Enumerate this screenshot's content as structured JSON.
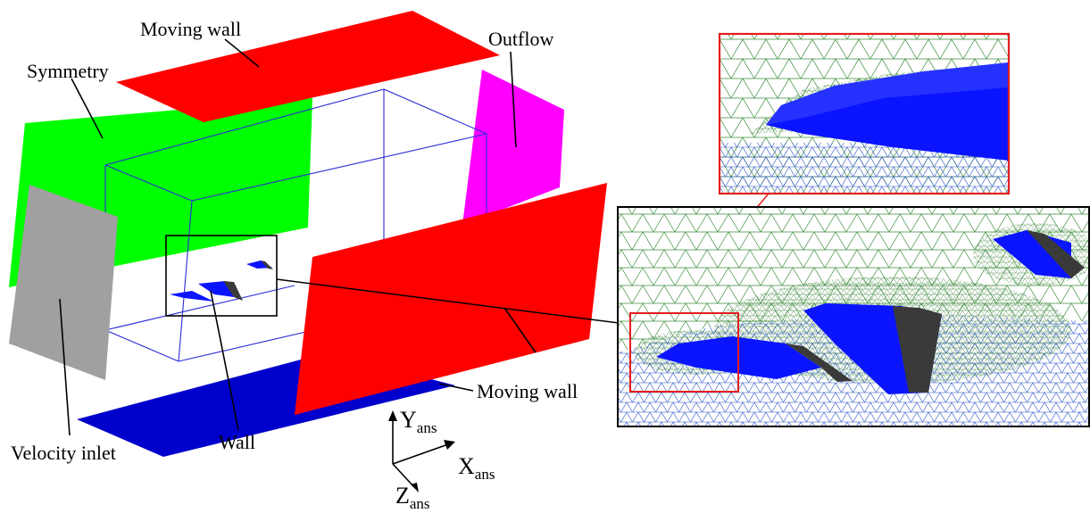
{
  "labels": {
    "moving_wall_top": "Moving wall",
    "outflow": "Outflow",
    "symmetry": "Symmetry",
    "velocity_inlet": "Velocity inlet",
    "wall": "Wall",
    "moving_wall_side": "Moving wall"
  },
  "axes": {
    "y": {
      "main": "Y",
      "sub": "ans"
    },
    "x": {
      "main": "X",
      "sub": "ans"
    },
    "z": {
      "main": "Z",
      "sub": "ans"
    }
  },
  "colors": {
    "moving_wall": "#ff0000",
    "symmetry": "#00ff00",
    "outflow": "#ff00ff",
    "velocity_inlet": "#a0a0a0",
    "floor": "#0000cc",
    "domain_edges": "#2b2bd6",
    "mesh": "#2e8b2e",
    "wing": "#0a14ff",
    "flap_dark": "#3a3a3a",
    "detail_frame": "#ee1c1c"
  }
}
